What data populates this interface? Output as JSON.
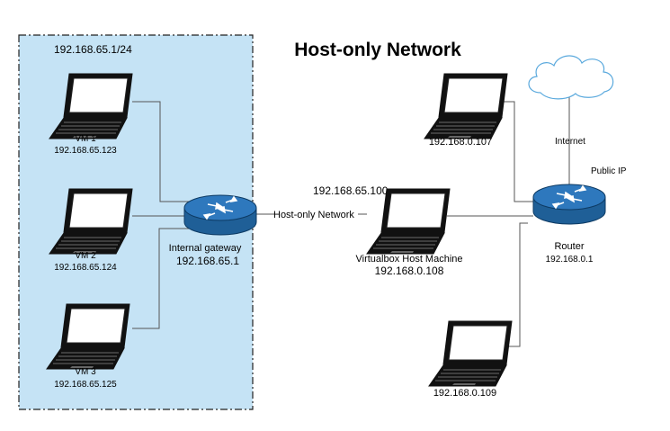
{
  "title": "Host-only Network",
  "subnet_label": "192.168.65.1/24",
  "vms": [
    {
      "name": "VM 1",
      "ip": "192.168.65.123"
    },
    {
      "name": "VM 2",
      "ip": "192.168.65.124"
    },
    {
      "name": "VM 3",
      "ip": "192.168.65.125"
    }
  ],
  "internal_gateway": {
    "name": "Internal gateway",
    "ip": "192.168.65.1"
  },
  "host_only_link_label": "Host-only Network",
  "host_machine": {
    "host_only_ip": "192.168.65.100",
    "name": "Virtualbox Host Machine",
    "ip": "192.168.0.108"
  },
  "router": {
    "name": "Router",
    "ip": "192.168.0.1"
  },
  "internet_label": "Internet",
  "public_ip_label": "Public IP",
  "pc_top": {
    "ip": "192.168.0.107"
  },
  "pc_bottom": {
    "ip": "192.168.0.109"
  },
  "colors": {
    "subnet_fill": "#c5e3f5",
    "router_blue": "#1f5f97",
    "cloud_stroke": "#5aa9dd",
    "laptop_screen": "#2a4c7a"
  }
}
